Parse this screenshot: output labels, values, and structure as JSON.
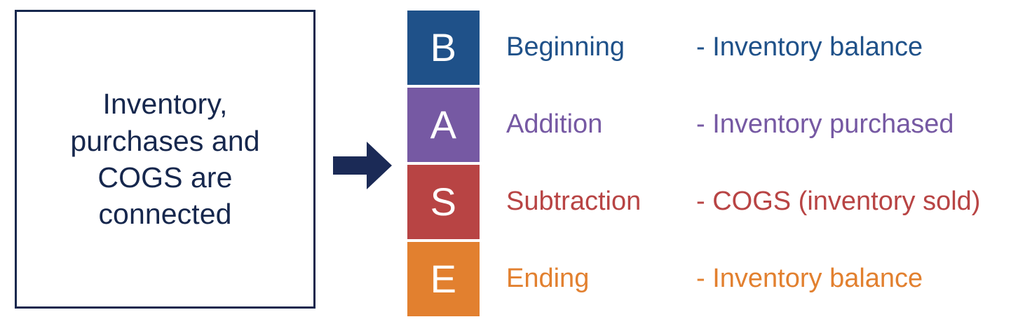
{
  "concept": {
    "text": "Inventory,\npurchases and\nCOGS are\nconnected",
    "border_color": "#16274D",
    "text_color": "#16274D"
  },
  "arrow": {
    "icon": "arrow-right-icon",
    "color": "#1B2A56"
  },
  "rows": [
    {
      "letter": "B",
      "label": "Beginning",
      "description": "- Inventory balance",
      "color": "#1F5189"
    },
    {
      "letter": "A",
      "label": "Addition",
      "description": "- Inventory purchased",
      "color": "#7659A3"
    },
    {
      "letter": "S",
      "label": "Subtraction",
      "description": "- COGS (inventory sold)",
      "color": "#B84444"
    },
    {
      "letter": "E",
      "label": "Ending",
      "description": "- Inventory balance",
      "color": "#E2802F"
    }
  ]
}
